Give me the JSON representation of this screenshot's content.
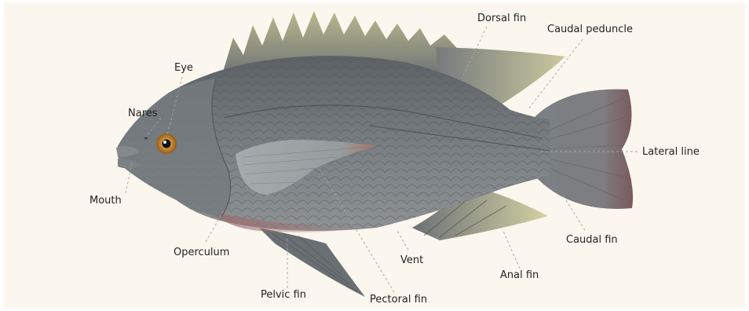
{
  "labels": {
    "dorsal_fin": "Dorsal fin",
    "caudal_peduncle": "Caudal peduncle",
    "eye": "Eye",
    "nares": "Nares",
    "lateral_line": "Lateral line",
    "mouth": "Mouth",
    "caudal_fin": "Caudal fin",
    "operculum": "Operculum",
    "vent": "Vent",
    "anal_fin": "Anal fin",
    "pelvic_fin": "Pelvic fin",
    "pectoral_fin": "Pectoral fin"
  },
  "colors": {
    "background": "#fbf7ee",
    "body": "#6f7478",
    "fin_tip": "#c8c79a",
    "eye_iris": "#b8761f",
    "belly_blush": "#9e6b6b",
    "leader_line": "#999999"
  }
}
